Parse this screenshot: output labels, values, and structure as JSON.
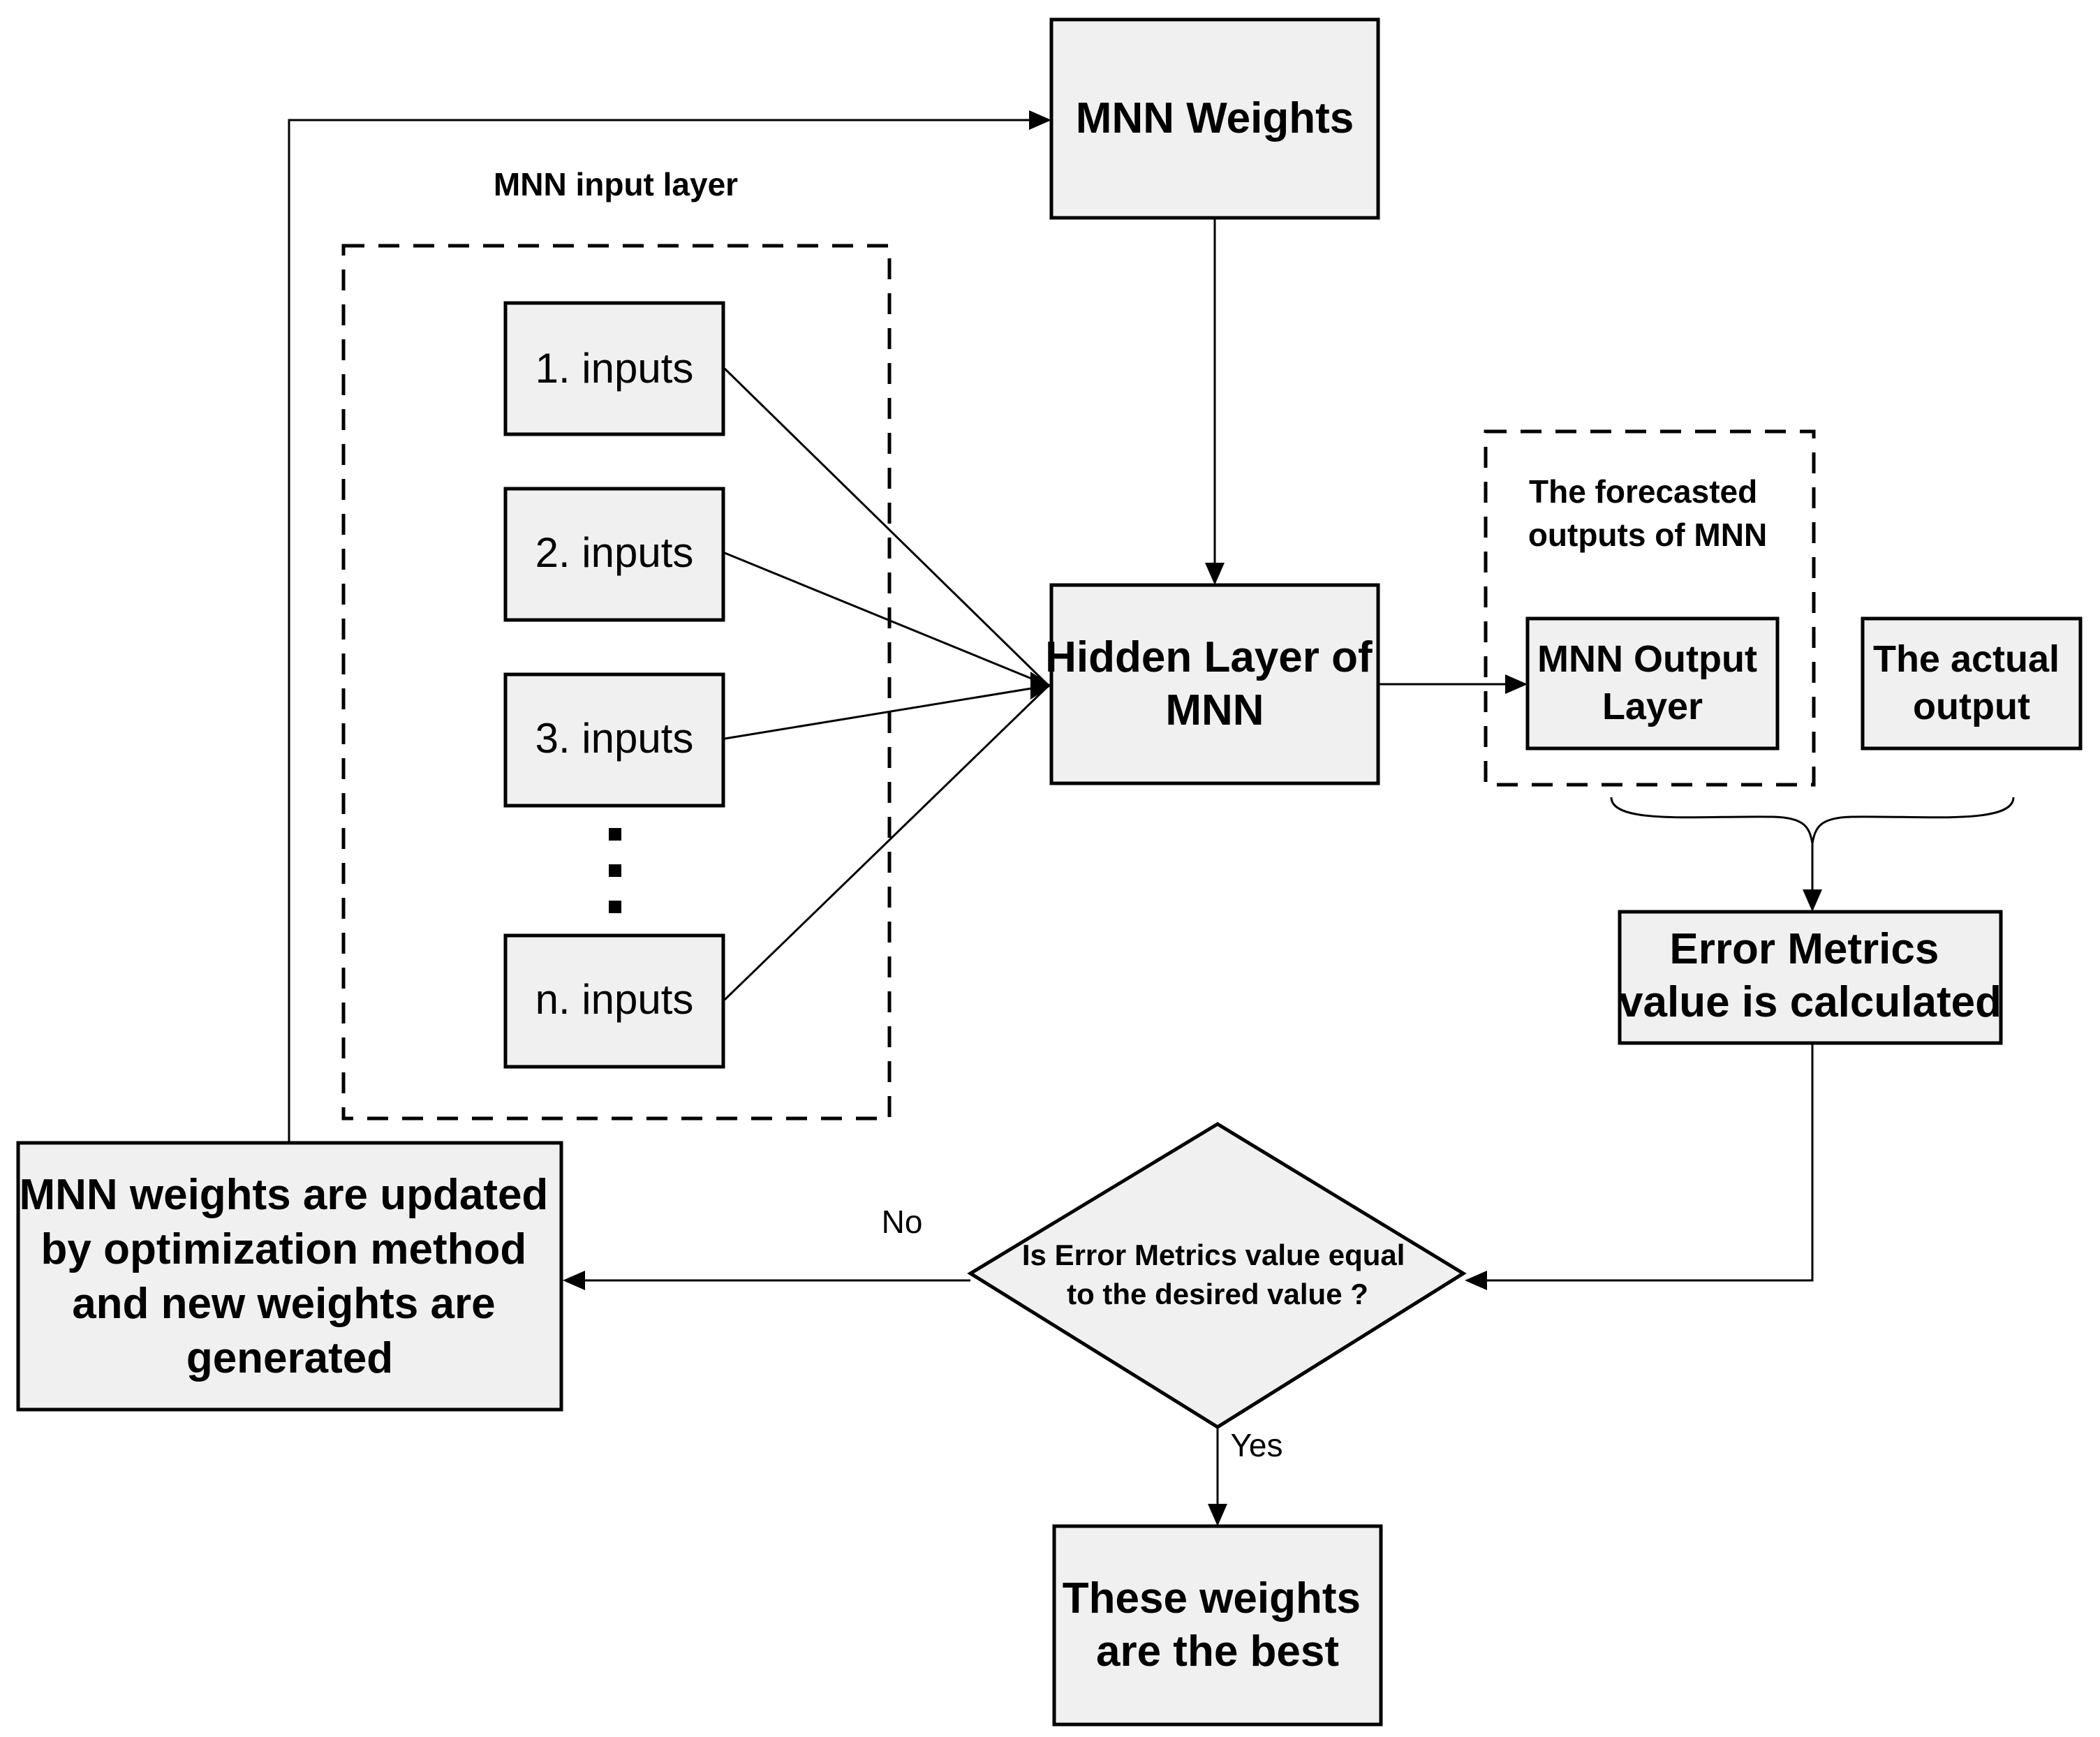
{
  "nodes": {
    "mnn_weights": "MNN Weights",
    "input_layer_label": "MNN input layer",
    "input_1": "1. inputs",
    "input_2": "2. inputs",
    "input_3": "3. inputs",
    "input_n": "n. inputs",
    "hidden_layer": [
      "Hidden Layer of",
      "MNN"
    ],
    "forecasted_label": [
      "The forecasted",
      "outputs of MNN"
    ],
    "output_layer": [
      "MNN Output",
      "Layer"
    ],
    "actual_output": [
      "The actual",
      "output"
    ],
    "error_metrics": [
      "Error Metrics",
      "value is calculated"
    ],
    "decision": [
      "Is Error Metrics value equal",
      "to the desired value ?"
    ],
    "update_weights": [
      "MNN weights are updated",
      "by optimization method",
      "and new weights are",
      "generated"
    ],
    "best_weights": [
      "These weights",
      "are the best"
    ]
  },
  "edge_labels": {
    "no": "No",
    "yes": "Yes"
  }
}
